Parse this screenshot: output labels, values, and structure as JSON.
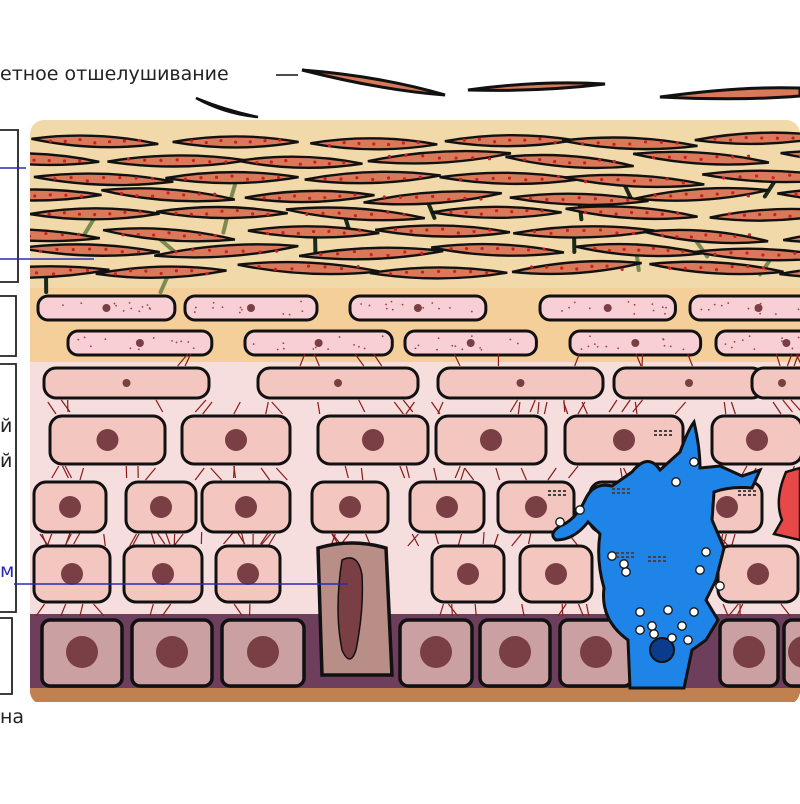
{
  "labels": {
    "top": "етное отшелушивание",
    "bottom": "на",
    "left_1": "й",
    "left_2": "й",
    "left_3": "м"
  },
  "colors": {
    "corneum_bg": "#f1d9aa",
    "corneocyte": "#d9795a",
    "corneocyte_dot": "#c82020",
    "lucidum_bg": "#f5cf9a",
    "spinous_bg": "#f6dede",
    "cell": "#f4c6c0",
    "nucleus": "#7a3f45",
    "basal_bg": "#6e3f5d",
    "basal_cell": "#caa0a2",
    "dermis": "#c08050",
    "melanocyte": "#1e84e8",
    "merkel": "#b98e86",
    "desmosome": "#8a1a1a",
    "pointer_blue": "#2a2ab0"
  }
}
